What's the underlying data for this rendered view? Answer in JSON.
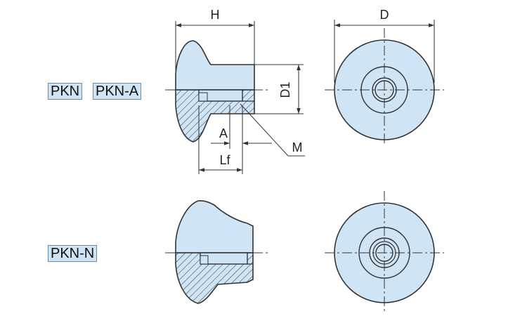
{
  "labels": {
    "tag_pkn": "PKN",
    "tag_pkna": "PKN-A",
    "tag_pknn": "PKN-N"
  },
  "dimensions": {
    "H": "H",
    "D": "D",
    "D1": "D1",
    "A": "A",
    "Lf": "Lf",
    "M": "M"
  },
  "colors": {
    "fill": "#cfe4f5",
    "outline": "#333333",
    "dim_line": "#333333"
  }
}
